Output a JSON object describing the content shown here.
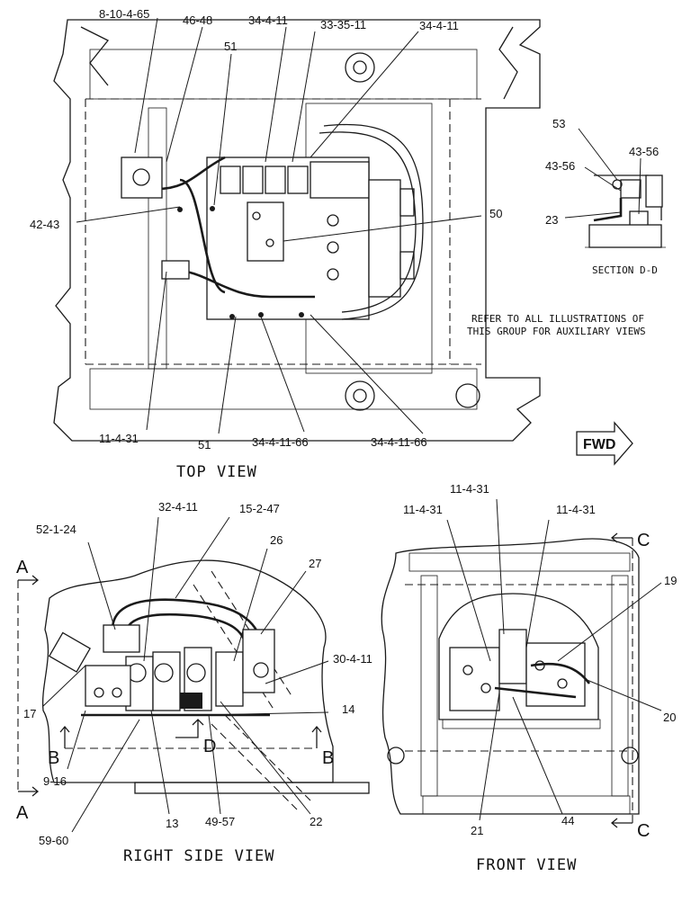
{
  "views": {
    "top": "TOP VIEW",
    "right_side": "RIGHT SIDE VIEW",
    "front": "FRONT VIEW",
    "section_dd": "SECTION D-D"
  },
  "note": {
    "line1": "REFER TO ALL ILLUSTRATIONS OF",
    "line2": "THIS GROUP FOR AUXILIARY VIEWS"
  },
  "fwd_label": "FWD",
  "section_letters": {
    "a_top": "A",
    "a_bottom": "A",
    "b_left": "B",
    "b_right": "B",
    "c_top": "C",
    "c_bottom": "C",
    "d": "D"
  },
  "callouts": {
    "top": {
      "c_8_10_4_65": "8-10-4-65",
      "c_46_48": "46-48",
      "c_51_upper": "51",
      "c_34_4_11_a": "34-4-11",
      "c_33_35_11": "33-35-11",
      "c_34_4_11_b": "34-4-11",
      "c_42_43": "42-43",
      "c_50": "50",
      "c_11_4_31": "11-4-31",
      "c_51_lower": "51",
      "c_34_4_11_66_a": "34-4-11-66",
      "c_34_4_11_66_b": "34-4-11-66"
    },
    "section": {
      "c_53": "53",
      "c_43_56_right": "43-56",
      "c_43_56_left": "43-56",
      "c_23": "23"
    },
    "side": {
      "c_52_1_24": "52-1-24",
      "c_32_4_11": "32-4-11",
      "c_15_2_47": "15-2-47",
      "c_26": "26",
      "c_27": "27",
      "c_30_4_11": "30-4-11",
      "c_14": "14",
      "c_17": "17",
      "c_9_16": "9-16",
      "c_59_60": "59-60",
      "c_13": "13",
      "c_49_57": "49-57",
      "c_22": "22"
    },
    "front": {
      "c_11_4_31_top": "11-4-31",
      "c_11_4_31_left": "11-4-31",
      "c_11_4_31_right": "11-4-31",
      "c_19": "19",
      "c_20": "20",
      "c_21": "21",
      "c_44": "44"
    }
  }
}
